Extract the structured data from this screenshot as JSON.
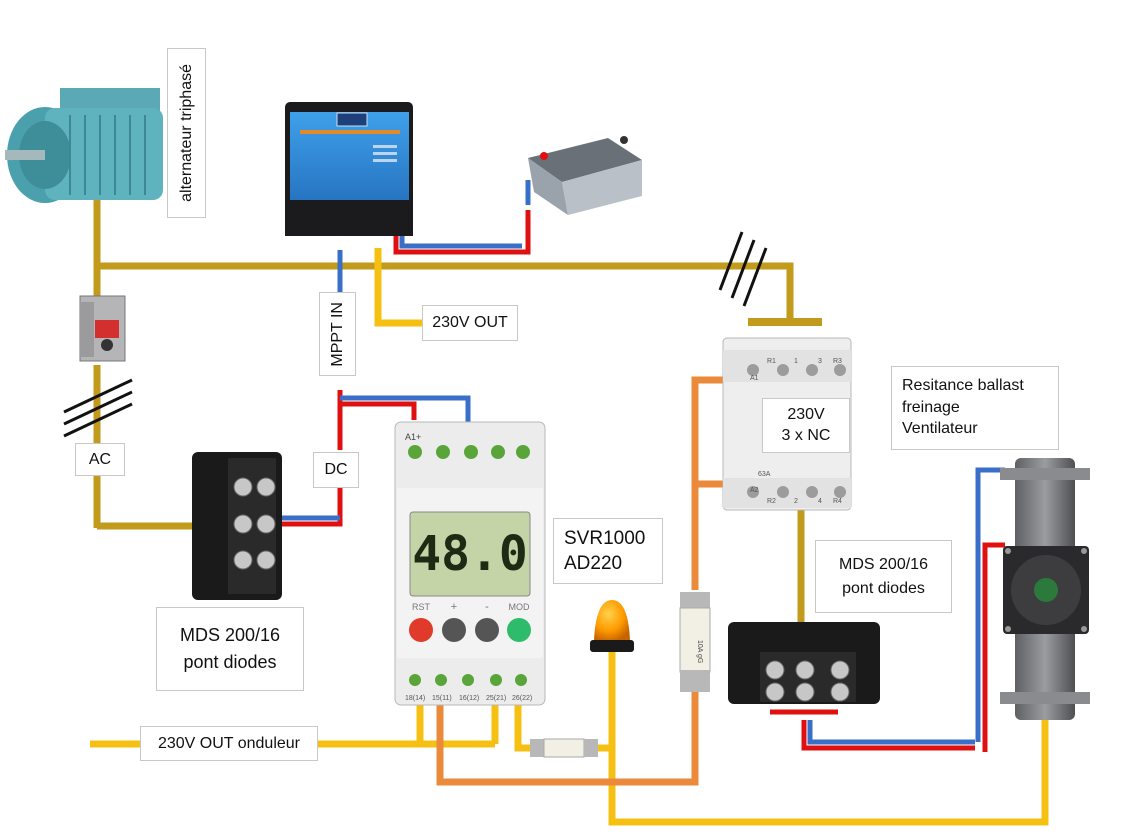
{
  "labels": {
    "alternator": "alternateur triphasé",
    "mppt_in": "MPPT IN",
    "out_230v": "230V OUT",
    "ac": "AC",
    "dc": "DC",
    "contactor": "230V\n3 x NC",
    "ballast": "Resitance ballast\nfreinage\nVentilateur",
    "svr": "SVR1000\nAD220",
    "mds_left": "MDS 200/16\npont diodes",
    "mds_right": "MDS 200/16\npont diodes",
    "onduleur_out": "230V OUT onduleur"
  },
  "relay": {
    "display_value": "48.0",
    "top_terminal_label": "A1+",
    "buttons": [
      "RST",
      "+",
      "-",
      "MOD"
    ],
    "bottom_terminals": [
      "18(14)",
      "15(11)",
      "16(12)",
      "25(21)",
      "26(22)"
    ]
  },
  "contactor": {
    "top_terminals": [
      "R1",
      "1",
      "3",
      "R3"
    ],
    "side_label_top": "A1",
    "side_label_bottom": "A2",
    "rating": "63A",
    "bottom_terminals": [
      "R2",
      "2",
      "4",
      "R4"
    ]
  },
  "fuse_text": "10A gG",
  "colors": {
    "ac_wire": "#c29a1c",
    "out_wire": "#f5c012",
    "coil_wire": "#ea8a3a",
    "dc_positive": "#e01010",
    "dc_negative": "#3a6fc9",
    "inverter_blue": "#2f86d6",
    "beacon_orange": "#ff9a00"
  }
}
